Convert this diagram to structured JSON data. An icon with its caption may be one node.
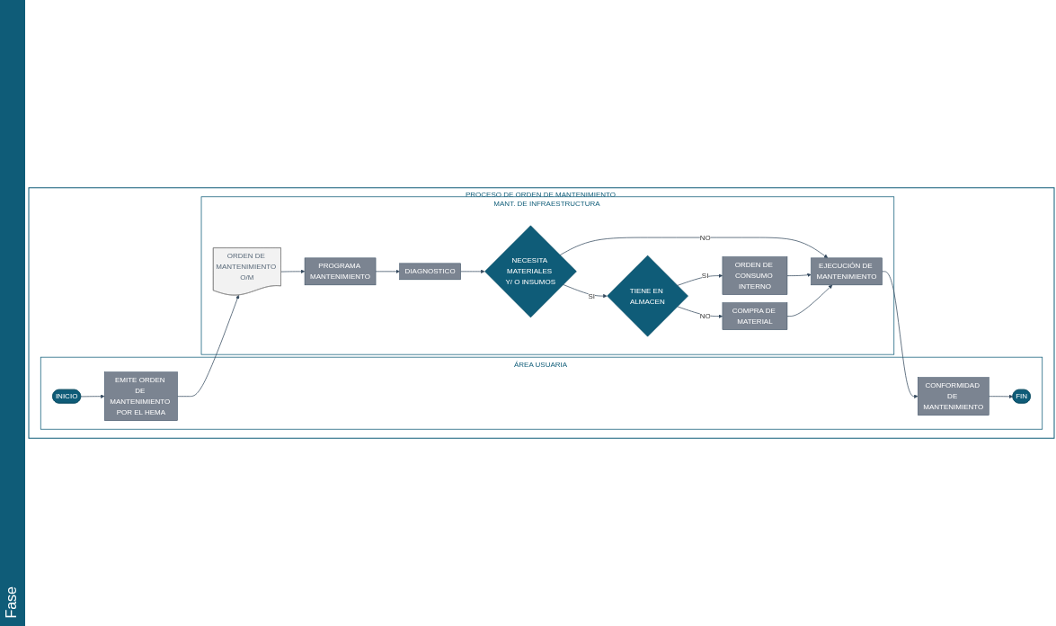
{
  "diagram": {
    "nodes": [
      {
        "text": [
          "PROCESO DE ORDEN DE MANTENIMIENTO"
        ]
      },
      {
        "text": [
          "ÁREA USUARIA"
        ],
        "in": 0
      },
      {
        "text": [
          "MANT. DE INFRAESTRUCTURA"
        ],
        "in": 0
      },
      {
        "text": [
          "INICIO"
        ],
        "in": 1
      },
      {
        "text": [
          "EMITE ORDEN DE MANTENIMIENTO POR EL HEMA"
        ],
        "in": 1
      },
      {
        "text": [
          "ORDEN DE MANTENIMIENTO O/M"
        ],
        "in": 2
      },
      {
        "text": [
          "PROGRAMA MANTENIMIENTO"
        ],
        "in": 2
      },
      {
        "text": [
          "DIAGNOSTICO"
        ],
        "in": 2
      },
      {
        "text": [
          "NECESITA MATERIALES Y/ O INSUMOS"
        ],
        "in": 2
      },
      {
        "text": [
          "TIENE EN ALMACEN"
        ],
        "in": 2
      },
      {
        "text": [
          "ORDEN DE CONSUMO INTERNO"
        ],
        "in": 2
      },
      {
        "text": [
          "COMPRA DE MATERIAL"
        ],
        "in": 2
      },
      {
        "text": [
          "EJECUCIÓN DE MANTENIMIENTO"
        ],
        "in": 2
      },
      {
        "text": [
          "CONFORMIDAD DE MANTENIMIENTO"
        ],
        "in": 1
      },
      {
        "text": [
          "FIN"
        ],
        "in": 1
      }
    ],
    "edges": [
      {
        "from": 3,
        "to": 4,
        "arrow": "to"
      },
      {
        "from": 4,
        "to": 5,
        "arrow": "to"
      },
      {
        "from": 5,
        "to": 6,
        "arrow": "to"
      },
      {
        "from": 6,
        "to": 7,
        "arrow": "to"
      },
      {
        "from": 7,
        "to": 8,
        "arrow": "to"
      },
      {
        "from": 8,
        "to": 9,
        "arrow": "to",
        "label": "SI"
      },
      {
        "from": 8,
        "to": 12,
        "arrow": "to",
        "label": "NO"
      },
      {
        "from": 9,
        "to": 10,
        "arrow": "to",
        "label": "SI"
      },
      {
        "from": 9,
        "to": 11,
        "arrow": "to",
        "label": "NO"
      },
      {
        "from": 10,
        "to": 12,
        "arrow": "to"
      },
      {
        "from": 11,
        "to": 12,
        "arrow": "to"
      },
      {
        "from": 12,
        "to": 13,
        "arrow": "to"
      },
      {
        "from": 13,
        "to": 14,
        "arrow": "to"
      }
    ],
    "labels": [
      "Fase"
    ]
  }
}
